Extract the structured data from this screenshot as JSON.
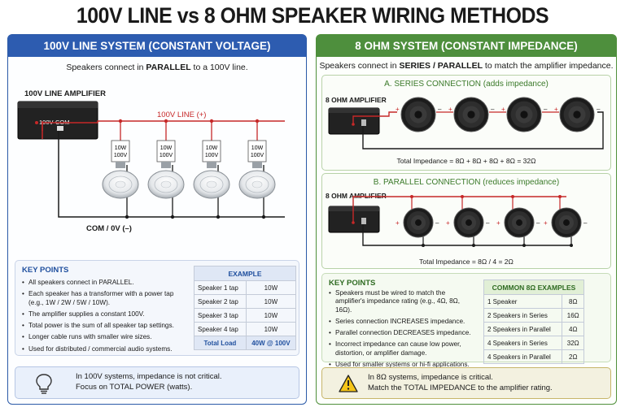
{
  "title": "100V LINE vs 8 OHM SPEAKER WIRING METHODS",
  "left": {
    "header": "100V LINE SYSTEM (CONSTANT VOLTAGE)",
    "subtitle_pre": "Speakers connect in ",
    "subtitle_bold": "PARALLEL",
    "subtitle_post": " to a 100V line.",
    "amp_label": "100V LINE AMPLIFIER",
    "amp_terminal_100v": "100V",
    "amp_terminal_com": "COM",
    "line_label": "100V LINE (+)",
    "com_label": "COM / 0V (–)",
    "speaker_taps": [
      {
        "top": "10W",
        "bottom": "100V"
      },
      {
        "top": "10W",
        "bottom": "100V"
      },
      {
        "top": "10W",
        "bottom": "100V"
      },
      {
        "top": "10W",
        "bottom": "100V"
      }
    ],
    "key_points_title": "KEY POINTS",
    "key_points": [
      "All speakers connect in PARALLEL.",
      "Each speaker has a transformer with a power tap (e.g., 1W / 2W / 5W / 10W).",
      "The amplifier supplies a constant 100V.",
      "Total power is the sum of all speaker tap settings.",
      "Longer cable runs with smaller wire sizes.",
      "Used for distributed / commercial audio systems."
    ],
    "example_title": "EXAMPLE",
    "example_rows": [
      {
        "label": "Speaker 1 tap",
        "value": "10W"
      },
      {
        "label": "Speaker 2 tap",
        "value": "10W"
      },
      {
        "label": "Speaker 3 tap",
        "value": "10W"
      },
      {
        "label": "Speaker 4 tap",
        "value": "10W"
      }
    ],
    "example_total_label": "Total Load",
    "example_total_value": "40W @ 100V",
    "tip_line1": "In 100V systems, impedance is not critical.",
    "tip_line2": "Focus on TOTAL POWER (watts).",
    "tip_icon": "lightbulb-icon"
  },
  "right": {
    "header": "8 OHM SYSTEM (CONSTANT IMPEDANCE)",
    "subtitle_pre": "Speakers connect in ",
    "subtitle_bold": "SERIES / PARALLEL",
    "subtitle_post": " to match the amplifier impedance.",
    "series_title_bold": "A. SERIES CONNECTION",
    "series_title_rest": " (adds impedance)",
    "series_amp_label": "8 OHM AMPLIFIER",
    "series_total": "Total Impedance = 8Ω + 8Ω + 8Ω + 8Ω = 32Ω",
    "parallel_title_bold": "B. PARALLEL CONNECTION",
    "parallel_title_rest": " (reduces impedance)",
    "parallel_amp_label": "8 OHM AMPLIFIER",
    "parallel_total": "Total Impedance = 8Ω / 4 = 2Ω",
    "plus": "+",
    "minus": "–",
    "key_points_title": "KEY POINTS",
    "key_points": [
      "Speakers must be wired to match the amplifier's impedance rating (e.g., 4Ω, 8Ω, 16Ω).",
      "Series connection INCREASES impedance.",
      "Parallel connection DECREASES impedance.",
      "Incorrect impedance can cause low power, distortion, or amplifier damage.",
      "Used for smaller systems or hi-fi applications."
    ],
    "examples_title": "COMMON 8Ω EXAMPLES",
    "examples": [
      {
        "label": "1 Speaker",
        "value": "8Ω"
      },
      {
        "label": "2 Speakers in Series",
        "value": "16Ω"
      },
      {
        "label": "2 Speakers in Parallel",
        "value": "4Ω"
      },
      {
        "label": "4 Speakers in Series",
        "value": "32Ω"
      },
      {
        "label": "4 Speakers in Parallel",
        "value": "2Ω"
      }
    ],
    "tip_line1": "In 8Ω systems, impedance is critical.",
    "tip_line2": "Match the TOTAL IMPEDANCE to the amplifier rating.",
    "tip_icon": "warning-icon"
  },
  "colors": {
    "blue": "#2d5cb0",
    "green": "#4e8f3d",
    "wire_red": "#c62828",
    "wire_black": "#1a1a1a"
  }
}
